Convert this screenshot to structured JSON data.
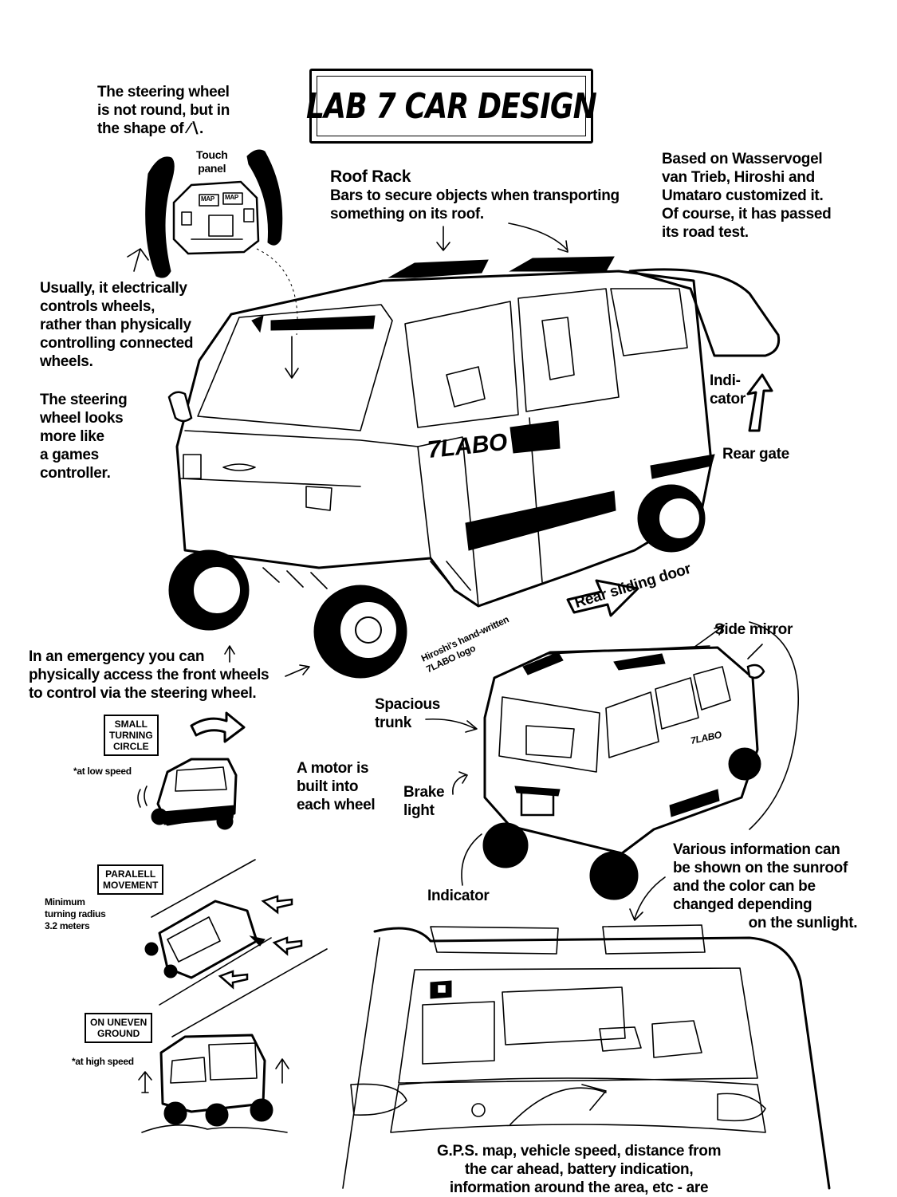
{
  "title": "LAB 7 CAR DESIGN",
  "notes": {
    "steering_shape": "The steering wheel\nis not round, but in\nthe shape of ∕∖.",
    "touch_panel": "Touch\npanel",
    "wheel_control": "Usually, it electrically\ncontrols wheels,\nrather than physically\ncontrolling connected\nwheels.",
    "games_controller": "The steering\nwheel looks\nmore like\na games\ncontroller.",
    "roof_rack_title": "Roof Rack",
    "roof_rack_desc": "Bars to secure objects when transporting\nsomething on its roof.",
    "based_on": "Based on Wasservogel\nvan Trieb, Hiroshi and\nUmataro customized it.\nOf course, it has passed\nits road test.",
    "indicator_top": "Indi-\ncator",
    "rear_gate": "Rear gate",
    "rear_sliding_door": "Rear sliding door",
    "logo_note": "Hiroshi's hand-written\n7LABO logo",
    "emergency": "In an emergency you can\nphysically access the front wheels\nto control via the steering wheel.",
    "side_mirror": "Side mirror",
    "spacious_trunk": "Spacious\ntrunk",
    "motor": "A motor is\nbuilt into\neach wheel",
    "brake_light": "Brake\nlight",
    "indicator_bottom": "Indicator",
    "sunroof": "Various information can\nbe shown on the sunroof\nand the color can be\nchanged depending\n                   on the sunlight.",
    "gps": "G.P.S. map, vehicle speed, distance from\nthe car ahead, battery indication,\ninformation around the area, etc - are"
  },
  "panels": {
    "small_turning": {
      "label": "SMALL\nTURNING\nCIRCLE",
      "note": "*at low speed"
    },
    "parallel": {
      "label": "PARALELL\nMOVEMENT",
      "note": "Minimum\nturning radius\n3.2 meters"
    },
    "uneven": {
      "label": "ON UNEVEN\nGROUND",
      "note": "*at high speed"
    }
  },
  "car_logo": "7LABO",
  "steering_buttons": [
    "MAP",
    "MAP"
  ]
}
